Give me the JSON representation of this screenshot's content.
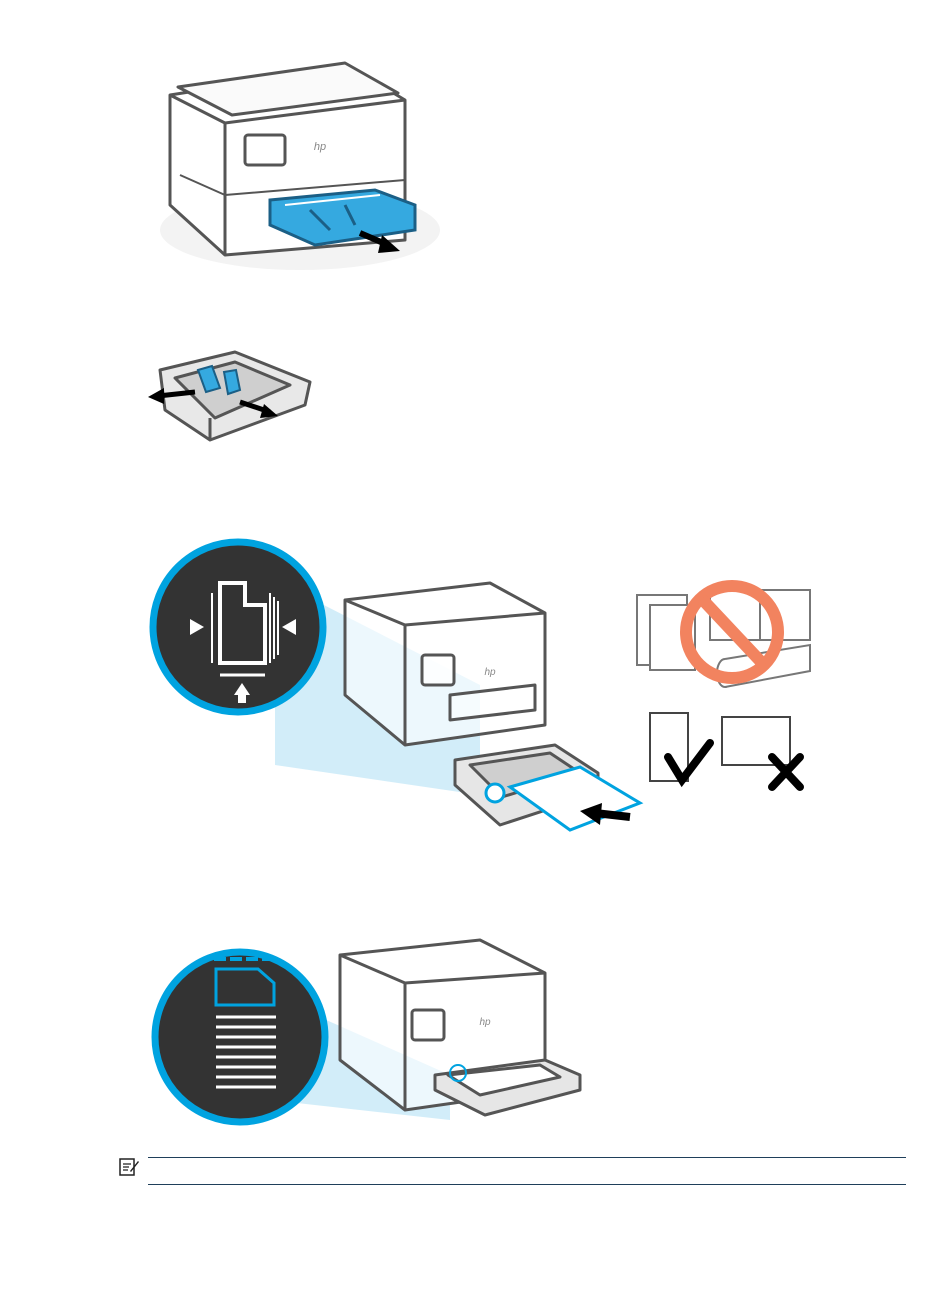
{
  "brand": {
    "logo_text": "hp",
    "accent": "#00A3E0",
    "panel": "#333333",
    "no_sign": "#F2835F",
    "outline": "#555555"
  },
  "figures": [
    {
      "name": "pull-out-tray",
      "icons": [
        "printer-icon",
        "arrow-right-icon"
      ]
    },
    {
      "name": "slide-paper-guides",
      "icons": [
        "tray-icon",
        "arrow-left-icon",
        "arrow-right-icon"
      ]
    },
    {
      "name": "load-paper-portrait",
      "icons": [
        "paper-guide-callout-icon",
        "printer-icon",
        "no-entry-icon",
        "check-icon",
        "cross-icon"
      ]
    },
    {
      "name": "paper-loaded",
      "icons": [
        "paper-stack-callout-icon",
        "printer-icon"
      ]
    }
  ],
  "note": {
    "icon": "note-icon",
    "text": ""
  }
}
